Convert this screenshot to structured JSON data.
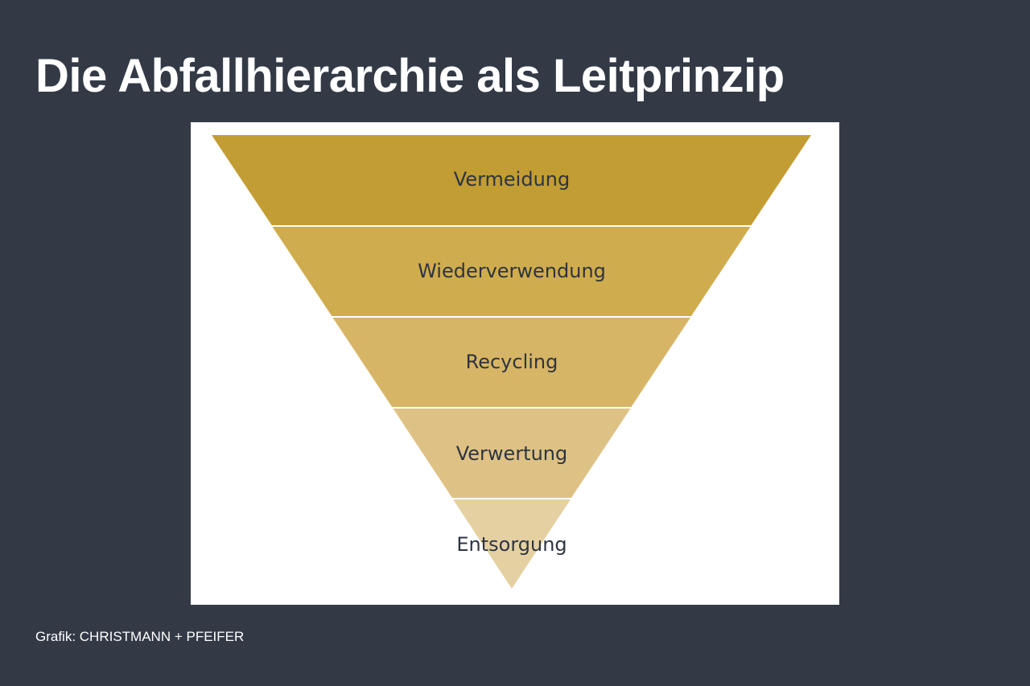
{
  "title": "Die Abfallhierarchie als Leitprinzip",
  "levels": [
    {
      "label": "Vermeidung",
      "color": "#c29d34"
    },
    {
      "label": "Wiederverwendung",
      "color": "#cfac4d"
    },
    {
      "label": "Recycling",
      "color": "#d7b566"
    },
    {
      "label": "Verwertung",
      "color": "#dec285"
    },
    {
      "label": "Entsorgung",
      "color": "#e5d0a2"
    }
  ],
  "credit": "Grafik: CHRISTMANN + PFEIFER"
}
